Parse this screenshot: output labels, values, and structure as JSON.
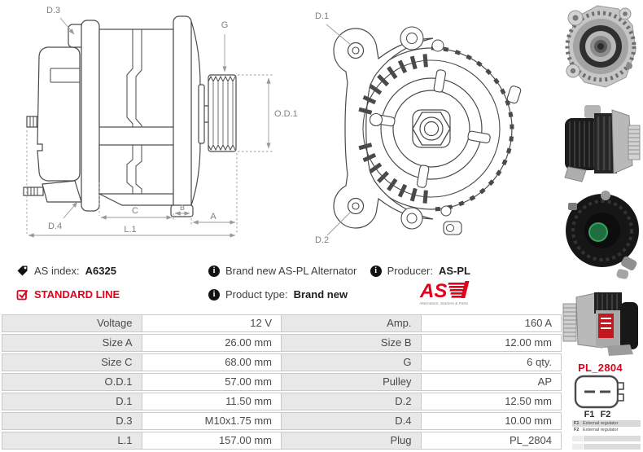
{
  "header": {
    "as_index": {
      "label": "AS index:",
      "value": "A6325"
    },
    "line_badge": "STANDARD LINE",
    "description": "Brand new AS-PL Alternator",
    "product_type": {
      "label": "Product type:",
      "value": "Brand new"
    },
    "producer": {
      "label": "Producer:",
      "value": "AS-PL"
    },
    "logo": {
      "text": "AS",
      "tagline": "Alternators, Starters & Parts"
    }
  },
  "diagram": {
    "side_view": {
      "d3": "D.3",
      "g": "G",
      "od1": "O.D.1",
      "d4": "D.4",
      "c": "C",
      "b": "B",
      "a": "A",
      "l1": "L.1"
    },
    "front_view": {
      "d1": "D.1",
      "d2": "D.2"
    }
  },
  "plug": {
    "code": "PL_2804",
    "pins": [
      "F1",
      "F2"
    ],
    "legend": [
      {
        "pin": "F1",
        "desc": "External regulator"
      },
      {
        "pin": "F2",
        "desc": "External regulator"
      }
    ]
  },
  "spec_table": {
    "rows": [
      {
        "label1": "Voltage",
        "value1": "12 V",
        "label2": "Amp.",
        "value2": "160 A"
      },
      {
        "label1": "Size A",
        "value1": "26.00 mm",
        "label2": "Size B",
        "value2": "12.00 mm"
      },
      {
        "label1": "Size C",
        "value1": "68.00 mm",
        "label2": "G",
        "value2": "6 qty."
      },
      {
        "label1": "O.D.1",
        "value1": "57.00 mm",
        "label2": "Pulley",
        "value2": "AP"
      },
      {
        "label1": "D.1",
        "value1": "11.50 mm",
        "label2": "D.2",
        "value2": "12.50 mm"
      },
      {
        "label1": "D.3",
        "value1": "M10x1.75 mm",
        "label2": "D.4",
        "value2": "10.00 mm"
      },
      {
        "label1": "L.1",
        "value1": "157.00 mm",
        "label2": "Plug",
        "value2": "PL_2804"
      }
    ]
  },
  "colors": {
    "accent_red": "#e2001a",
    "label_bg": "#e8e8e8",
    "border": "#c9c9c9",
    "line_art": "#4a4a4a"
  }
}
